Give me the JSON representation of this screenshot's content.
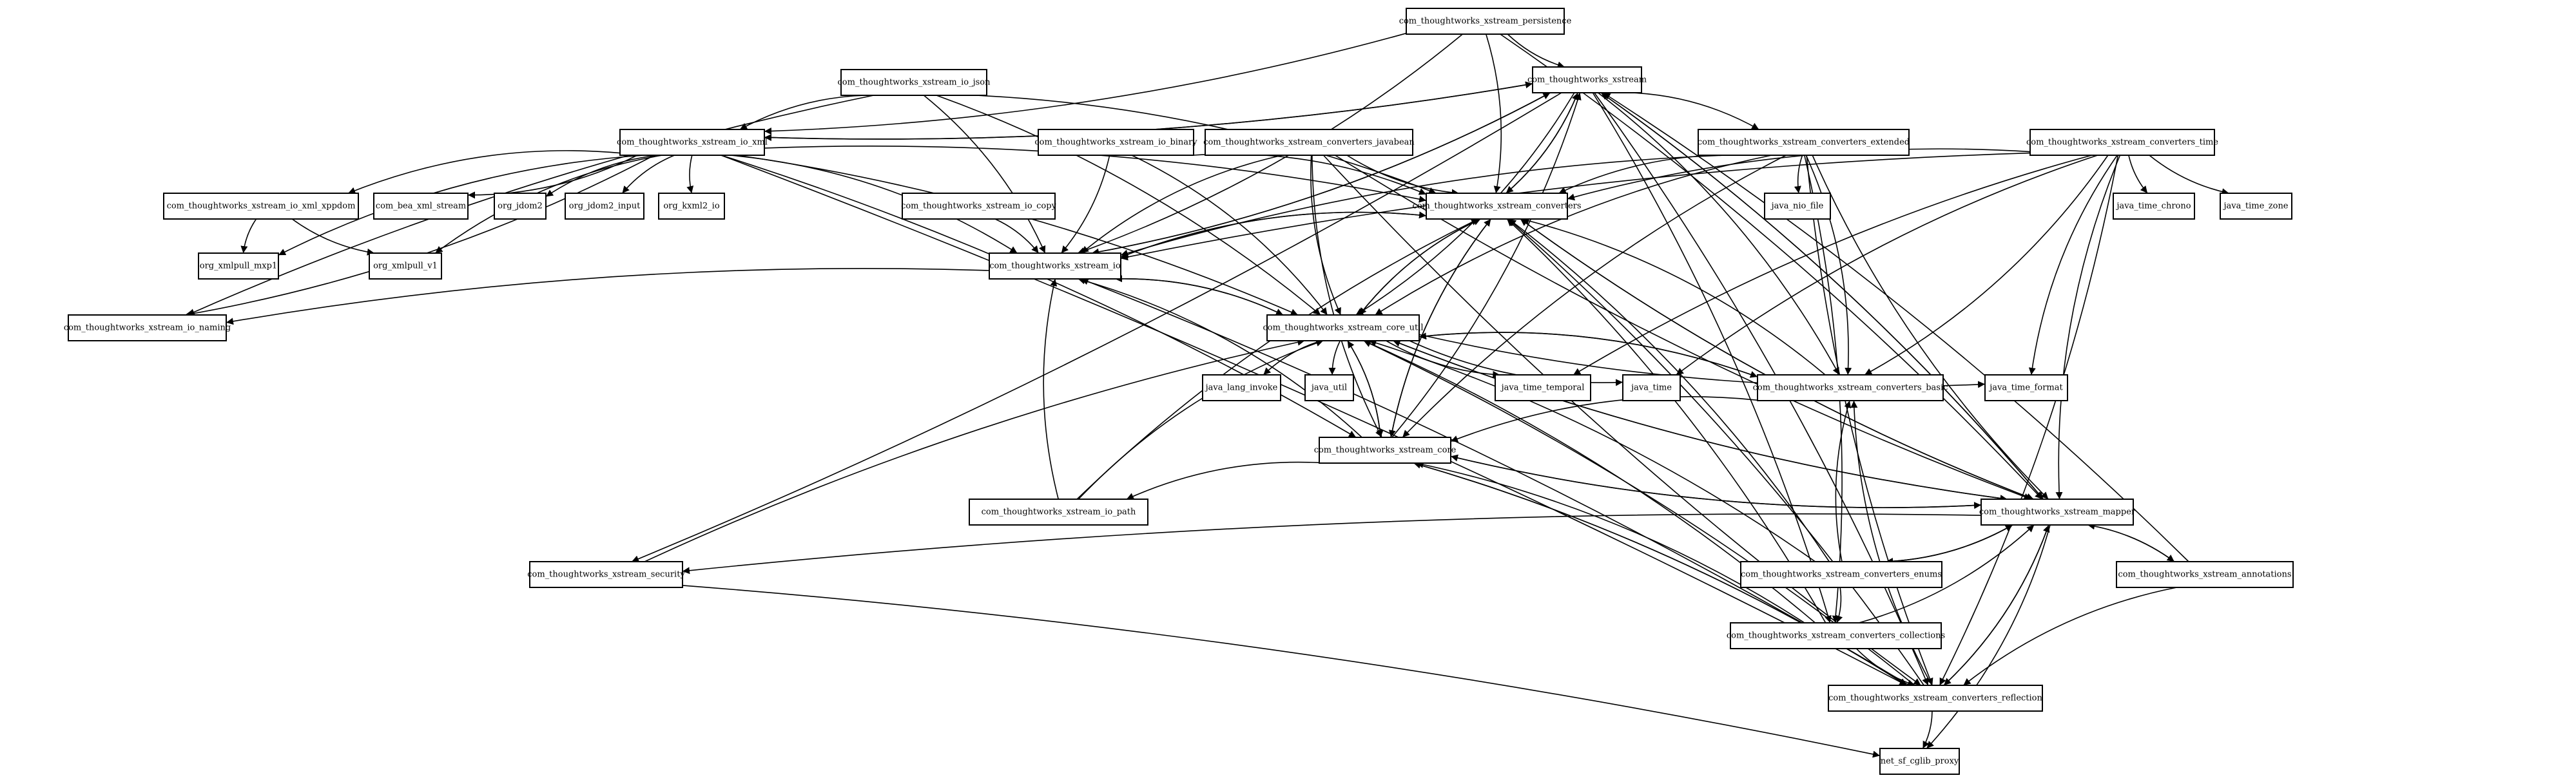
{
  "diagram": {
    "type": "package-dependency-graph",
    "nodes": [
      {
        "id": "persistence",
        "label": "com_thoughtworks_xstream_persistence"
      },
      {
        "id": "xstream",
        "label": "com_thoughtworks_xstream"
      },
      {
        "id": "io_json",
        "label": "com_thoughtworks_xstream_io_json"
      },
      {
        "id": "io_xml",
        "label": "com_thoughtworks_xstream_io_xml"
      },
      {
        "id": "io_binary",
        "label": "com_thoughtworks_xstream_io_binary"
      },
      {
        "id": "conv_javabean",
        "label": "com_thoughtworks_xstream_converters_javabean"
      },
      {
        "id": "conv_extended",
        "label": "com_thoughtworks_xstream_converters_extended"
      },
      {
        "id": "conv_time",
        "label": "com_thoughtworks_xstream_converters_time"
      },
      {
        "id": "io_xml_xppdom",
        "label": "com_thoughtworks_xstream_io_xml_xppdom"
      },
      {
        "id": "com_bea_xml_stream",
        "label": "com_bea_xml_stream"
      },
      {
        "id": "org_jdom2",
        "label": "org_jdom2"
      },
      {
        "id": "org_jdom2_input",
        "label": "org_jdom2_input"
      },
      {
        "id": "org_kxml2_io",
        "label": "org_kxml2_io"
      },
      {
        "id": "converters",
        "label": "com_thoughtworks_xstream_converters"
      },
      {
        "id": "java_nio_file",
        "label": "java_nio_file"
      },
      {
        "id": "java_time_chrono",
        "label": "java_time_chrono"
      },
      {
        "id": "java_time_zone",
        "label": "java_time_zone"
      },
      {
        "id": "org_xmlpull_mxp1",
        "label": "org_xmlpull_mxp1"
      },
      {
        "id": "org_xmlpull_v1",
        "label": "org_xmlpull_v1"
      },
      {
        "id": "io_copy",
        "label": "com_thoughtworks_xstream_io_copy"
      },
      {
        "id": "io",
        "label": "com_thoughtworks_xstream_io"
      },
      {
        "id": "io_naming",
        "label": "com_thoughtworks_xstream_io_naming"
      },
      {
        "id": "core_util",
        "label": "com_thoughtworks_xstream_core_util"
      },
      {
        "id": "java_lang_invoke",
        "label": "java_lang_invoke"
      },
      {
        "id": "java_util",
        "label": "java_util"
      },
      {
        "id": "java_time_temporal",
        "label": "java_time_temporal"
      },
      {
        "id": "java_time",
        "label": "java_time"
      },
      {
        "id": "conv_basic",
        "label": "com_thoughtworks_xstream_converters_basic"
      },
      {
        "id": "java_time_format",
        "label": "java_time_format"
      },
      {
        "id": "core",
        "label": "com_thoughtworks_xstream_core"
      },
      {
        "id": "io_path",
        "label": "com_thoughtworks_xstream_io_path"
      },
      {
        "id": "mapper",
        "label": "com_thoughtworks_xstream_mapper"
      },
      {
        "id": "security",
        "label": "com_thoughtworks_xstream_security"
      },
      {
        "id": "conv_enums",
        "label": "com_thoughtworks_xstream_converters_enums"
      },
      {
        "id": "annotations",
        "label": "com_thoughtworks_xstream_annotations"
      },
      {
        "id": "conv_collections",
        "label": "com_thoughtworks_xstream_converters_collections"
      },
      {
        "id": "conv_reflection",
        "label": "com_thoughtworks_xstream_converters_reflection"
      },
      {
        "id": "cglib_proxy",
        "label": "net_sf_cglib_proxy"
      }
    ],
    "edges": [
      [
        "persistence",
        "xstream"
      ],
      [
        "persistence",
        "io_xml"
      ],
      [
        "persistence",
        "converters"
      ],
      [
        "persistence",
        "io"
      ],
      [
        "persistence",
        "mapper"
      ],
      [
        "io_json",
        "io_xml"
      ],
      [
        "io_json",
        "io"
      ],
      [
        "io_json",
        "io_naming"
      ],
      [
        "io_json",
        "converters"
      ],
      [
        "io_json",
        "core_util"
      ],
      [
        "xstream",
        "io_xml"
      ],
      [
        "xstream",
        "converters"
      ],
      [
        "xstream",
        "io"
      ],
      [
        "xstream",
        "core_util"
      ],
      [
        "xstream",
        "conv_extended"
      ],
      [
        "xstream",
        "mapper"
      ],
      [
        "xstream",
        "conv_reflection"
      ],
      [
        "xstream",
        "security"
      ],
      [
        "xstream",
        "conv_basic"
      ],
      [
        "xstream",
        "conv_collections"
      ],
      [
        "io_xml",
        "xstream"
      ],
      [
        "io_xml",
        "io_xml_xppdom"
      ],
      [
        "io_xml",
        "com_bea_xml_stream"
      ],
      [
        "io_xml",
        "org_jdom2"
      ],
      [
        "io_xml",
        "org_jdom2_input"
      ],
      [
        "io_xml",
        "org_kxml2_io"
      ],
      [
        "io_xml",
        "org_xmlpull_mxp1"
      ],
      [
        "io_xml",
        "org_xmlpull_v1"
      ],
      [
        "io_xml",
        "io"
      ],
      [
        "io_xml",
        "io_naming"
      ],
      [
        "io_xml",
        "converters"
      ],
      [
        "io_xml",
        "core_util"
      ],
      [
        "io_xml",
        "core"
      ],
      [
        "io_xml",
        "conv_reflection"
      ],
      [
        "io_xml_xppdom",
        "org_xmlpull_mxp1"
      ],
      [
        "io_xml_xppdom",
        "org_xmlpull_v1"
      ],
      [
        "io_binary",
        "io"
      ],
      [
        "io_binary",
        "converters"
      ],
      [
        "io_binary",
        "core_util"
      ],
      [
        "io_copy",
        "io"
      ],
      [
        "conv_javabean",
        "converters"
      ],
      [
        "conv_javabean",
        "io"
      ],
      [
        "conv_javabean",
        "core_util"
      ],
      [
        "conv_javabean",
        "mapper"
      ],
      [
        "conv_javabean",
        "core"
      ],
      [
        "conv_javabean",
        "conv_reflection"
      ],
      [
        "conv_extended",
        "converters"
      ],
      [
        "conv_extended",
        "java_nio_file"
      ],
      [
        "conv_extended",
        "io"
      ],
      [
        "conv_extended",
        "core_util"
      ],
      [
        "conv_extended",
        "core"
      ],
      [
        "conv_extended",
        "conv_basic"
      ],
      [
        "conv_extended",
        "mapper"
      ],
      [
        "conv_extended",
        "conv_collections"
      ],
      [
        "conv_extended",
        "conv_reflection"
      ],
      [
        "conv_time",
        "converters"
      ],
      [
        "conv_time",
        "java_time_chrono"
      ],
      [
        "conv_time",
        "java_time_zone"
      ],
      [
        "conv_time",
        "java_time_temporal"
      ],
      [
        "conv_time",
        "java_time"
      ],
      [
        "conv_time",
        "java_time_format"
      ],
      [
        "conv_time",
        "conv_basic"
      ],
      [
        "conv_time",
        "mapper"
      ],
      [
        "conv_time",
        "io"
      ],
      [
        "conv_time",
        "conv_reflection"
      ],
      [
        "converters",
        "xstream"
      ],
      [
        "converters",
        "io"
      ],
      [
        "converters",
        "core_util"
      ],
      [
        "converters",
        "mapper"
      ],
      [
        "converters",
        "core"
      ],
      [
        "io",
        "io_naming"
      ],
      [
        "io",
        "core_util"
      ],
      [
        "io",
        "converters"
      ],
      [
        "io",
        "xstream"
      ],
      [
        "core_util",
        "java_lang_invoke"
      ],
      [
        "core_util",
        "java_util"
      ],
      [
        "core_util",
        "java_time_temporal"
      ],
      [
        "core_util",
        "java_time"
      ],
      [
        "core_util",
        "java_time_format"
      ],
      [
        "core_util",
        "conv_basic"
      ],
      [
        "core_util",
        "io"
      ],
      [
        "core_util",
        "converters"
      ],
      [
        "core_util",
        "core"
      ],
      [
        "core_util",
        "mapper"
      ],
      [
        "conv_basic",
        "converters"
      ],
      [
        "conv_basic",
        "core_util"
      ],
      [
        "conv_basic",
        "core"
      ],
      [
        "core",
        "xstream"
      ],
      [
        "core",
        "converters"
      ],
      [
        "core",
        "io"
      ],
      [
        "core",
        "core_util"
      ],
      [
        "core",
        "io_path"
      ],
      [
        "core",
        "mapper"
      ],
      [
        "core",
        "conv_reflection"
      ],
      [
        "io_path",
        "io"
      ],
      [
        "io_path",
        "converters"
      ],
      [
        "io_path",
        "core_util"
      ],
      [
        "mapper",
        "xstream"
      ],
      [
        "mapper",
        "converters"
      ],
      [
        "mapper",
        "core_util"
      ],
      [
        "mapper",
        "core"
      ],
      [
        "mapper",
        "security"
      ],
      [
        "mapper",
        "annotations"
      ],
      [
        "mapper",
        "conv_reflection"
      ],
      [
        "mapper",
        "cglib_proxy"
      ],
      [
        "mapper",
        "conv_enums"
      ],
      [
        "security",
        "core_util"
      ],
      [
        "security",
        "cglib_proxy"
      ],
      [
        "conv_enums",
        "converters"
      ],
      [
        "conv_enums",
        "core_util"
      ],
      [
        "conv_enums",
        "mapper"
      ],
      [
        "conv_enums",
        "conv_basic"
      ],
      [
        "conv_enums",
        "conv_collections"
      ],
      [
        "annotations",
        "xstream"
      ],
      [
        "annotations",
        "mapper"
      ],
      [
        "annotations",
        "conv_reflection"
      ],
      [
        "conv_collections",
        "converters"
      ],
      [
        "conv_collections",
        "core_util"
      ],
      [
        "conv_collections",
        "core"
      ],
      [
        "conv_collections",
        "mapper"
      ],
      [
        "conv_collections",
        "conv_reflection"
      ],
      [
        "conv_reflection",
        "converters"
      ],
      [
        "conv_reflection",
        "io"
      ],
      [
        "conv_reflection",
        "core_util"
      ],
      [
        "conv_reflection",
        "core"
      ],
      [
        "conv_reflection",
        "mapper"
      ],
      [
        "conv_reflection",
        "cglib_proxy"
      ],
      [
        "conv_reflection",
        "conv_basic"
      ]
    ]
  }
}
